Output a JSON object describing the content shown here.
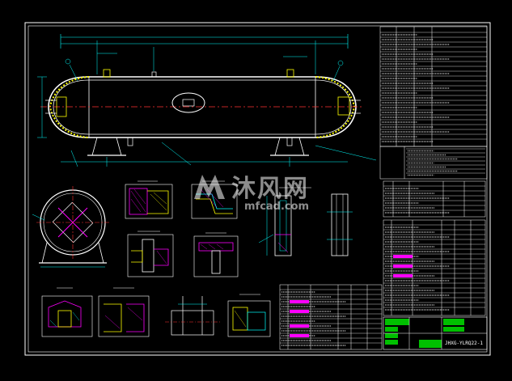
{
  "drawing": {
    "background": "#000000",
    "colors": {
      "outline": "#ffffff",
      "frame": "#ffffff",
      "dimension": "#00ffff",
      "center_line": "#ff3030",
      "weld": "#ffff00",
      "hatch": "#ff00ff",
      "table_text": "#e8e8e8",
      "title_block_fill": "#00c000",
      "highlight_fill": "#ff00ff"
    }
  },
  "title_block": {
    "drawing_number": "JHXG-YLRQ22-1"
  },
  "watermark": {
    "brand_cn": "沐风网",
    "url": "mfcad.com"
  }
}
